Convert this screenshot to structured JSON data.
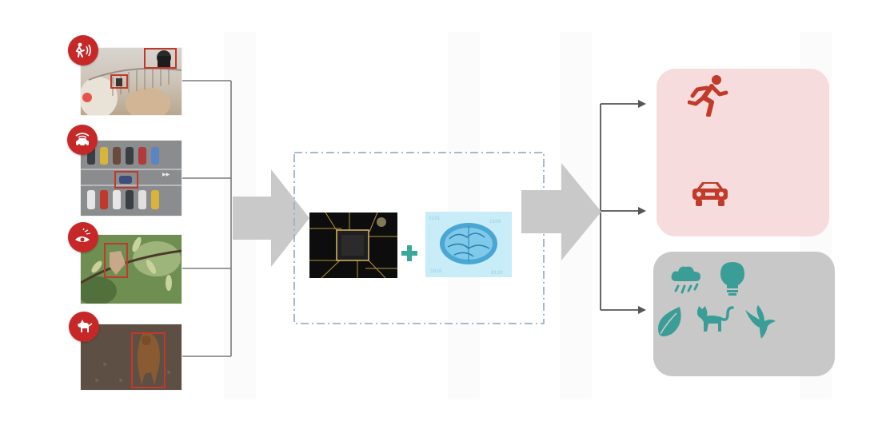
{
  "diagram": {
    "inputs": [
      {
        "id": "intrusion",
        "badge_icon": "intruder-alarm-icon",
        "scene": "railing-climb-scene"
      },
      {
        "id": "vehicle",
        "badge_icon": "car-signal-icon",
        "scene": "parking-lot-scene"
      },
      {
        "id": "nature",
        "badge_icon": "bird-watch-icon",
        "scene": "bird-on-branch-scene"
      },
      {
        "id": "animal",
        "badge_icon": "dog-icon",
        "scene": "dog-on-ground-scene"
      }
    ],
    "processing": {
      "items": [
        "chip-image",
        "brain-image"
      ],
      "operator": "+"
    },
    "outputs": {
      "alert_panel": {
        "icons": [
          "running-person-icon",
          "car-icon"
        ],
        "color": "#f6dcdc"
      },
      "ignore_panel": {
        "icons": [
          "rain-icon",
          "bulb-icon",
          "leaf-icon",
          "cat-icon",
          "bird-icon"
        ],
        "color": "#c8c8c8"
      }
    },
    "colors": {
      "badge": "#c62828",
      "alert_icon": "#c23a2a",
      "ignore_icon": "#3a9e96",
      "plus": "#3aa898",
      "arrow": "#c9c9c9",
      "dashed_box": "#9bb0c9"
    }
  }
}
